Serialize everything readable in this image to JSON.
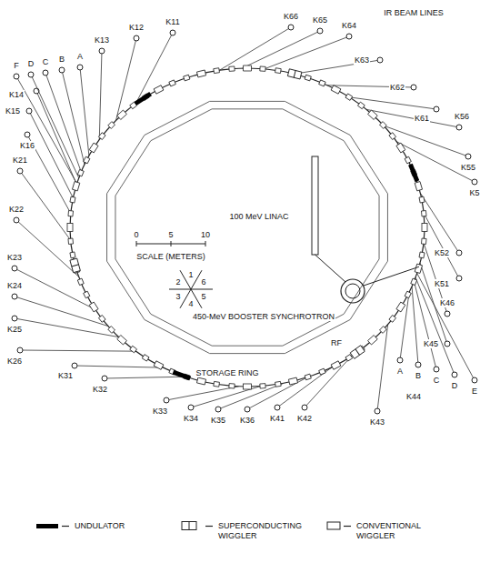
{
  "diagram": {
    "labels": [
      "IR BEAM LINES",
      "K13",
      "K12",
      "K11",
      "K66",
      "K65",
      "K64",
      "K63",
      "K62",
      "K61",
      "K56",
      "K55",
      "K5",
      "K52",
      "K51",
      "K46",
      "K45",
      "A",
      "B",
      "C",
      "D",
      "E",
      "K44",
      "K43",
      "K42",
      "K41",
      "K36",
      "K35",
      "K34",
      "K33",
      "K32",
      "K31",
      "K26",
      "K25",
      "K24",
      "K23",
      "K22",
      "K21",
      "K16",
      "K15",
      "K14",
      "F",
      "D",
      "C",
      "B",
      "A",
      "100 MeV LINAC",
      "0",
      "5",
      "10",
      "SCALE (METERS)",
      "1",
      "2",
      "3",
      "4",
      "5",
      "6",
      "450-MeV BOOSTER SYNCHROTRON",
      "RF",
      "STORAGE RING"
    ],
    "legend": [
      {
        "text": "UNDULATOR",
        "color": "#000000"
      },
      {
        "text": "SUPERCONDUCTING WIGGLER"
      },
      {
        "text": "CONVENTIONAL WIGGLER"
      }
    ]
  }
}
